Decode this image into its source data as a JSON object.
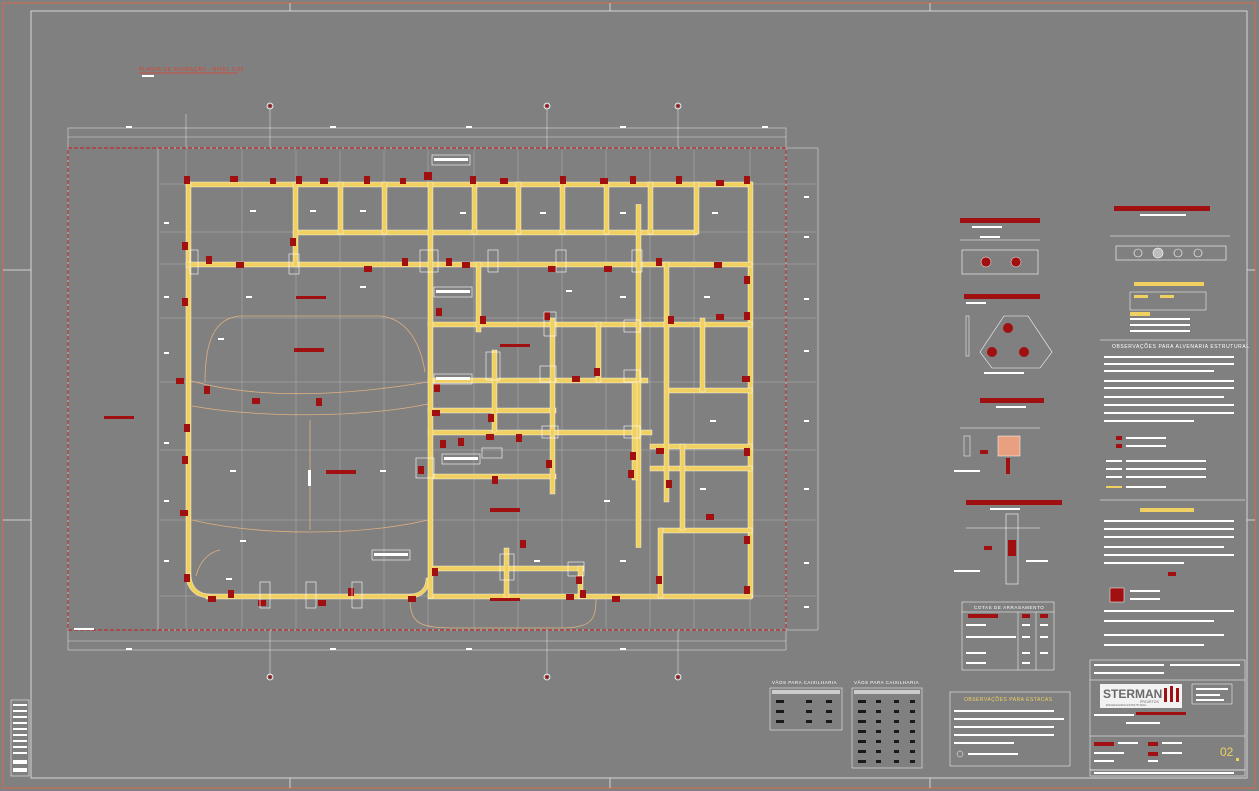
{
  "colors": {
    "background": "#808080",
    "frame": "#d9684a",
    "wall": "#f0d060",
    "wall_edge": "#ffffff",
    "column": "#a01010",
    "grid": "#c8c8c8",
    "dim": "#ffffff",
    "outline_red": "#c81e1e",
    "contour": "#e0b080",
    "heading_red": "#a01010",
    "heading_yellow": "#f0d060"
  },
  "plan": {
    "title": "PLANTA DE FUNDAÇÃO - NÍVEL 0,00"
  },
  "details": {
    "obs_alvenaria_title": "OBSERVAÇÕES PARA ALVENARIA ESTRUTURAL",
    "cotas_title": "COTAS DE ARRASAMENTO",
    "vaos_title_1": "VÃOS PARA CAIXILHARIA",
    "vaos_title_2": "VÃOS PARA CAIXILHARIA",
    "obs_estacas_title": "OBSERVAÇÕES PARA ESTACAS"
  },
  "title_block": {
    "company": "STERMAN",
    "company_sub": "PROJETOS",
    "discipline": "ENGENHARIA ESTRUTURAL",
    "sheet_number": "02"
  },
  "icons": {
    "logo": "sterman-logo-icon",
    "grid_bubble": "grid-axis-bubble-icon"
  }
}
